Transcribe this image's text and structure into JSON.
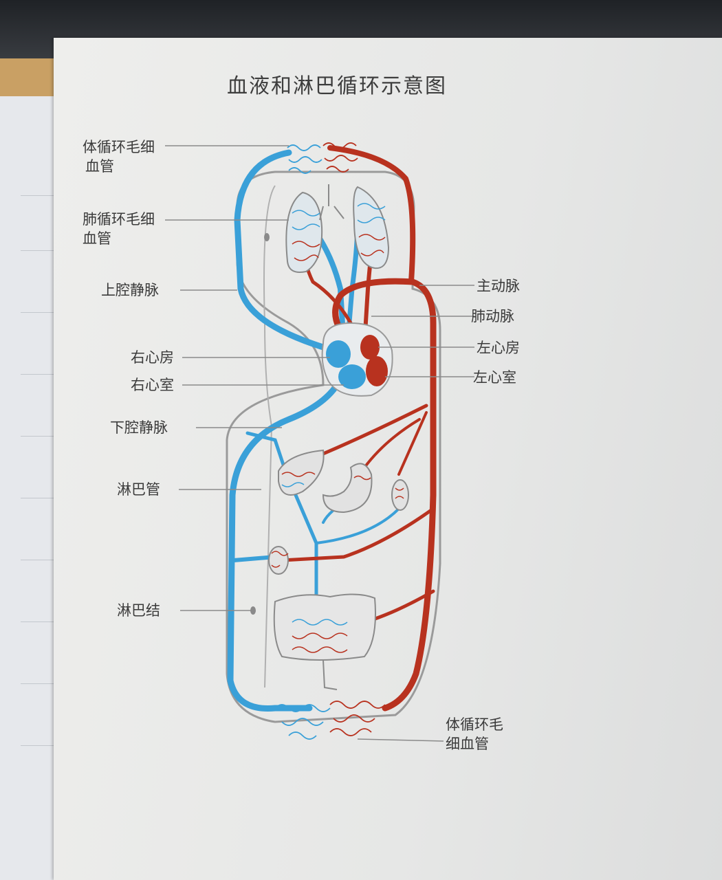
{
  "title": "血液和淋巴循环示意图",
  "labels": {
    "systemic_capillaries_top_line1": "体循环毛细",
    "systemic_capillaries_top_line2": "血管",
    "pulmonary_capillaries_line1": "肺循环毛细",
    "pulmonary_capillaries_line2": "血管",
    "superior_vena_cava": "上腔静脉",
    "right_atrium": "右心房",
    "right_ventricle": "右心室",
    "inferior_vena_cava": "下腔静脉",
    "lymphatic_duct": "淋巴管",
    "lymph_node": "淋巴结",
    "aorta": "主动脉",
    "pulmonary_artery": "肺动脉",
    "left_atrium": "左心房",
    "left_ventricle": "左心室",
    "systemic_capillaries_bottom_line1": "体循环毛",
    "systemic_capillaries_bottom_line2": "细血管"
  },
  "colors": {
    "artery": "#b8321f",
    "vein": "#3aa0d8",
    "pencil": "#9a9a9a"
  }
}
